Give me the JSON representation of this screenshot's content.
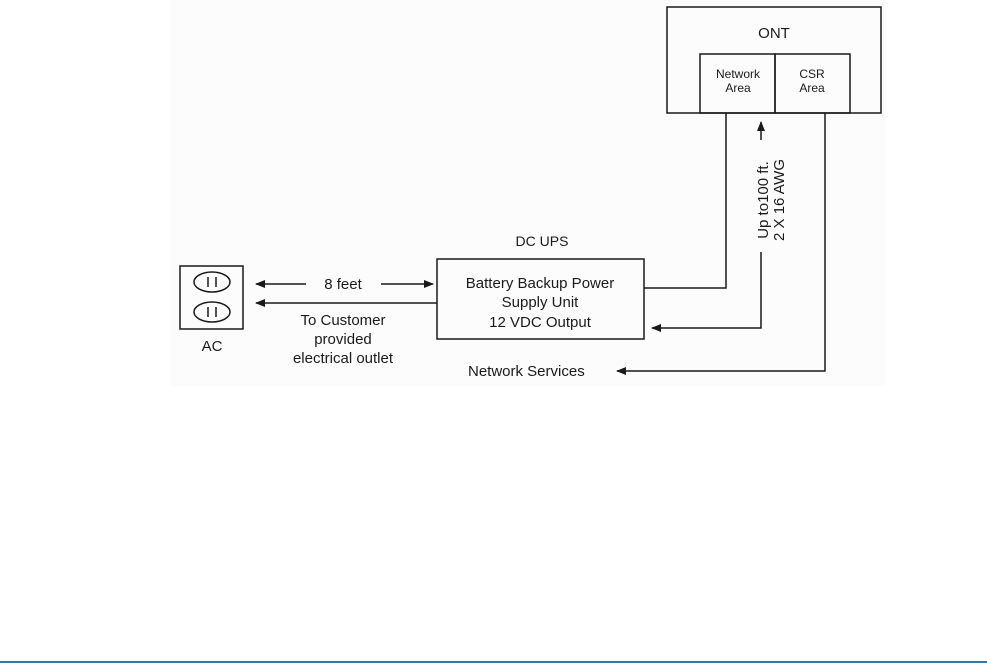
{
  "diagram": {
    "ont": {
      "title": "ONT",
      "network_area": {
        "line1": "Network",
        "line2": "Area"
      },
      "csr_area": {
        "line1": "CSR",
        "line2": "Area"
      }
    },
    "ups": {
      "title": "DC UPS",
      "line1": "Battery Backup Power",
      "line2": "Supply Unit",
      "line3": "12 VDC Output"
    },
    "outlet": {
      "label": "AC"
    },
    "labels": {
      "distance": "8 feet",
      "outlet_note_line1": "To Customer",
      "outlet_note_line2": "provided",
      "outlet_note_line3": "electrical outlet",
      "cable_line1": "Up to100 ft.",
      "cable_line2": "2 X 16 AWG",
      "network_services": "Network Services"
    }
  },
  "colors": {
    "line": "#1a1a1a",
    "footer_rule": "#1f7fc2"
  }
}
